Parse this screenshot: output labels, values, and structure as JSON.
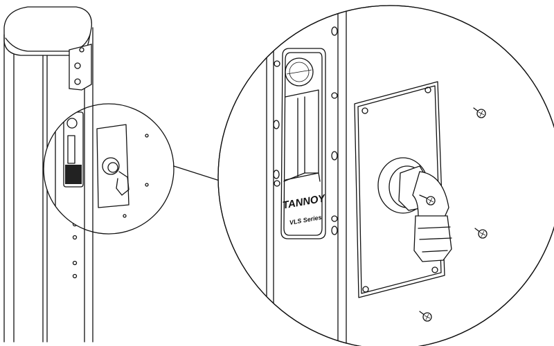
{
  "diagram": {
    "brand_label": "TANNOY",
    "series_label": "VLS Series",
    "line_color": "#111111",
    "background": "#ffffff",
    "callouts": [
      "overview-column",
      "detail-inset-small",
      "detail-magnified-large"
    ]
  }
}
